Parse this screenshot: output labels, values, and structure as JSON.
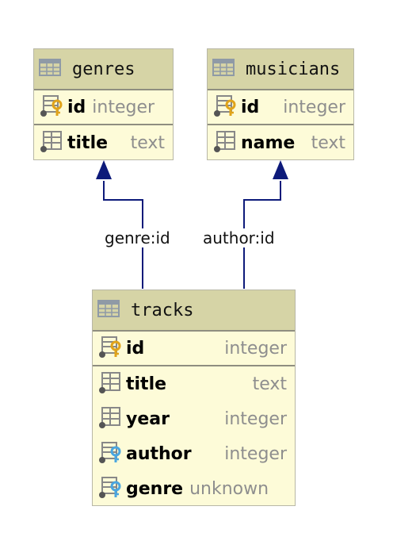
{
  "tables": {
    "genres": {
      "name": "genres",
      "columns": [
        {
          "name": "id",
          "type": "integer"
        },
        {
          "name": "title",
          "type": "text"
        }
      ]
    },
    "musicians": {
      "name": "musicians",
      "columns": [
        {
          "name": "id",
          "type": "integer"
        },
        {
          "name": "name",
          "type": "text"
        }
      ]
    },
    "tracks": {
      "name": "tracks",
      "columns": [
        {
          "name": "id",
          "type": "integer"
        },
        {
          "name": "title",
          "type": "text"
        },
        {
          "name": "year",
          "type": "integer"
        },
        {
          "name": "author",
          "type": "integer"
        },
        {
          "name": "genre",
          "type": "unknown"
        }
      ]
    }
  },
  "relations": {
    "genre": {
      "label": "genre:id"
    },
    "author": {
      "label": "author:id"
    }
  },
  "colors": {
    "header": "#d6d4a6",
    "body": "#fdfbd8",
    "line": "#1a237e",
    "primary_key": "#e0a31a",
    "foreign_key": "#4aa6e0"
  }
}
